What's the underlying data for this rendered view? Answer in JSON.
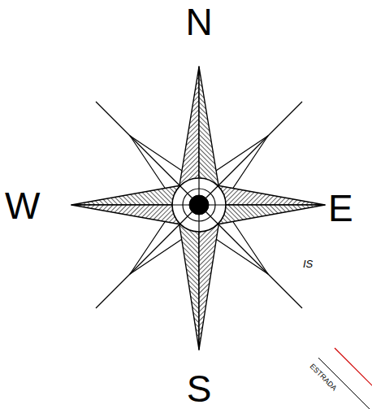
{
  "diagram": {
    "labels": [
      "N",
      "W",
      "E",
      "IS",
      "ESTRADA",
      "S"
    ]
  }
}
